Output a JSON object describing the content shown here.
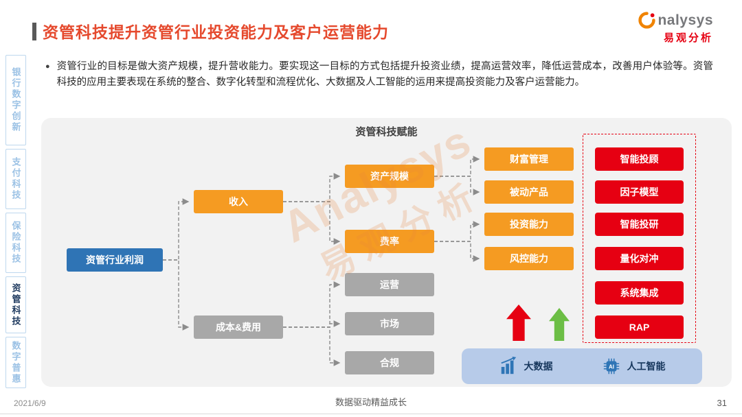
{
  "header": {
    "title": "资管科技提升资管行业投资能力及客户运营能力",
    "logo": {
      "brand_rest": "nalysys",
      "brand_cn": "易观分析"
    }
  },
  "intro": {
    "bullet": "●",
    "text": "资管行业的目标是做大资产规模，提升营收能力。要实现这一目标的方式包括提升投资业绩，提高运营效率，降低运营成本，改善用户体验等。资管科技的应用主要表现在系统的整合、数字化转型和流程优化、大数据及人工智能的运用来提高投资能力及客户运营能力。"
  },
  "sidebar": {
    "items": [
      {
        "label": "银行数字创新",
        "active": false
      },
      {
        "label": "支付科技",
        "active": false
      },
      {
        "label": "保险科技",
        "active": false
      },
      {
        "label": "资管科技",
        "active": true
      },
      {
        "label": "数字普惠",
        "active": false
      }
    ]
  },
  "diagram": {
    "title": "资管科技赋能",
    "root": "资管行业利润",
    "income": "收入",
    "cost": "成本&费用",
    "scale": "资产规模",
    "rate": "费率",
    "ops": "运营",
    "market": "市场",
    "compliance": "合规",
    "wealth": "财富管理",
    "passive": "被动产品",
    "invest": "投资能力",
    "risk": "风控能力",
    "tech": [
      "智能投顾",
      "因子模型",
      "智能投研",
      "量化对冲",
      "系统集成",
      "RAP"
    ],
    "legend": {
      "bigdata": "大数据",
      "ai": "人工智能",
      "ai_icon_text": "AI"
    }
  },
  "watermark": {
    "line1": "Analysys",
    "line2": "易观分析"
  },
  "footer": {
    "date": "2021/6/9",
    "slogan": "数据驱动精益成长",
    "page": "31"
  },
  "colors": {
    "title_red": "#E5492D",
    "box_orange": "#F59B22",
    "box_gray": "#A8A8A8",
    "box_blue": "#2F74B5",
    "box_red": "#E60012",
    "arrow_green": "#6CBE45",
    "legend_bg": "#B7CBE9",
    "brand_orange": "#F08300",
    "brand_red": "#E60012"
  }
}
